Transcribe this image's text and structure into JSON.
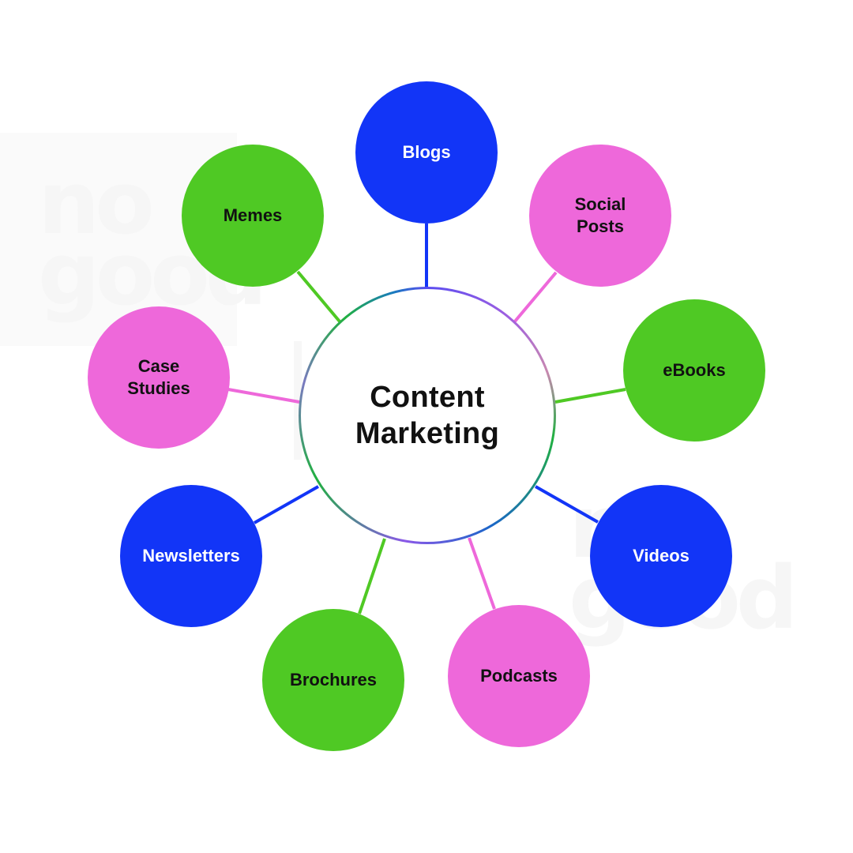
{
  "colors": {
    "blue": "#1235f7",
    "pink": "#ee68da",
    "green": "#4fc924",
    "dark_text": "#111111",
    "light_text": "#ffffff"
  },
  "center": {
    "line1": "Content",
    "line2": "Marketing"
  },
  "nodes": [
    {
      "id": "blogs",
      "lines": [
        "Blogs"
      ],
      "color": "blue"
    },
    {
      "id": "social-posts",
      "lines": [
        "Social",
        "Posts"
      ],
      "color": "pink"
    },
    {
      "id": "ebooks",
      "lines": [
        "eBooks"
      ],
      "color": "green"
    },
    {
      "id": "videos",
      "lines": [
        "Videos"
      ],
      "color": "blue"
    },
    {
      "id": "podcasts",
      "lines": [
        "Podcasts"
      ],
      "color": "pink"
    },
    {
      "id": "brochures",
      "lines": [
        "Brochures"
      ],
      "color": "green"
    },
    {
      "id": "newsletters",
      "lines": [
        "Newsletters"
      ],
      "color": "blue"
    },
    {
      "id": "case-studies",
      "lines": [
        "Case",
        "Studies"
      ],
      "color": "pink"
    },
    {
      "id": "memes",
      "lines": [
        "Memes"
      ],
      "color": "green"
    }
  ],
  "watermark": {
    "line1": "no",
    "line2": "good"
  }
}
